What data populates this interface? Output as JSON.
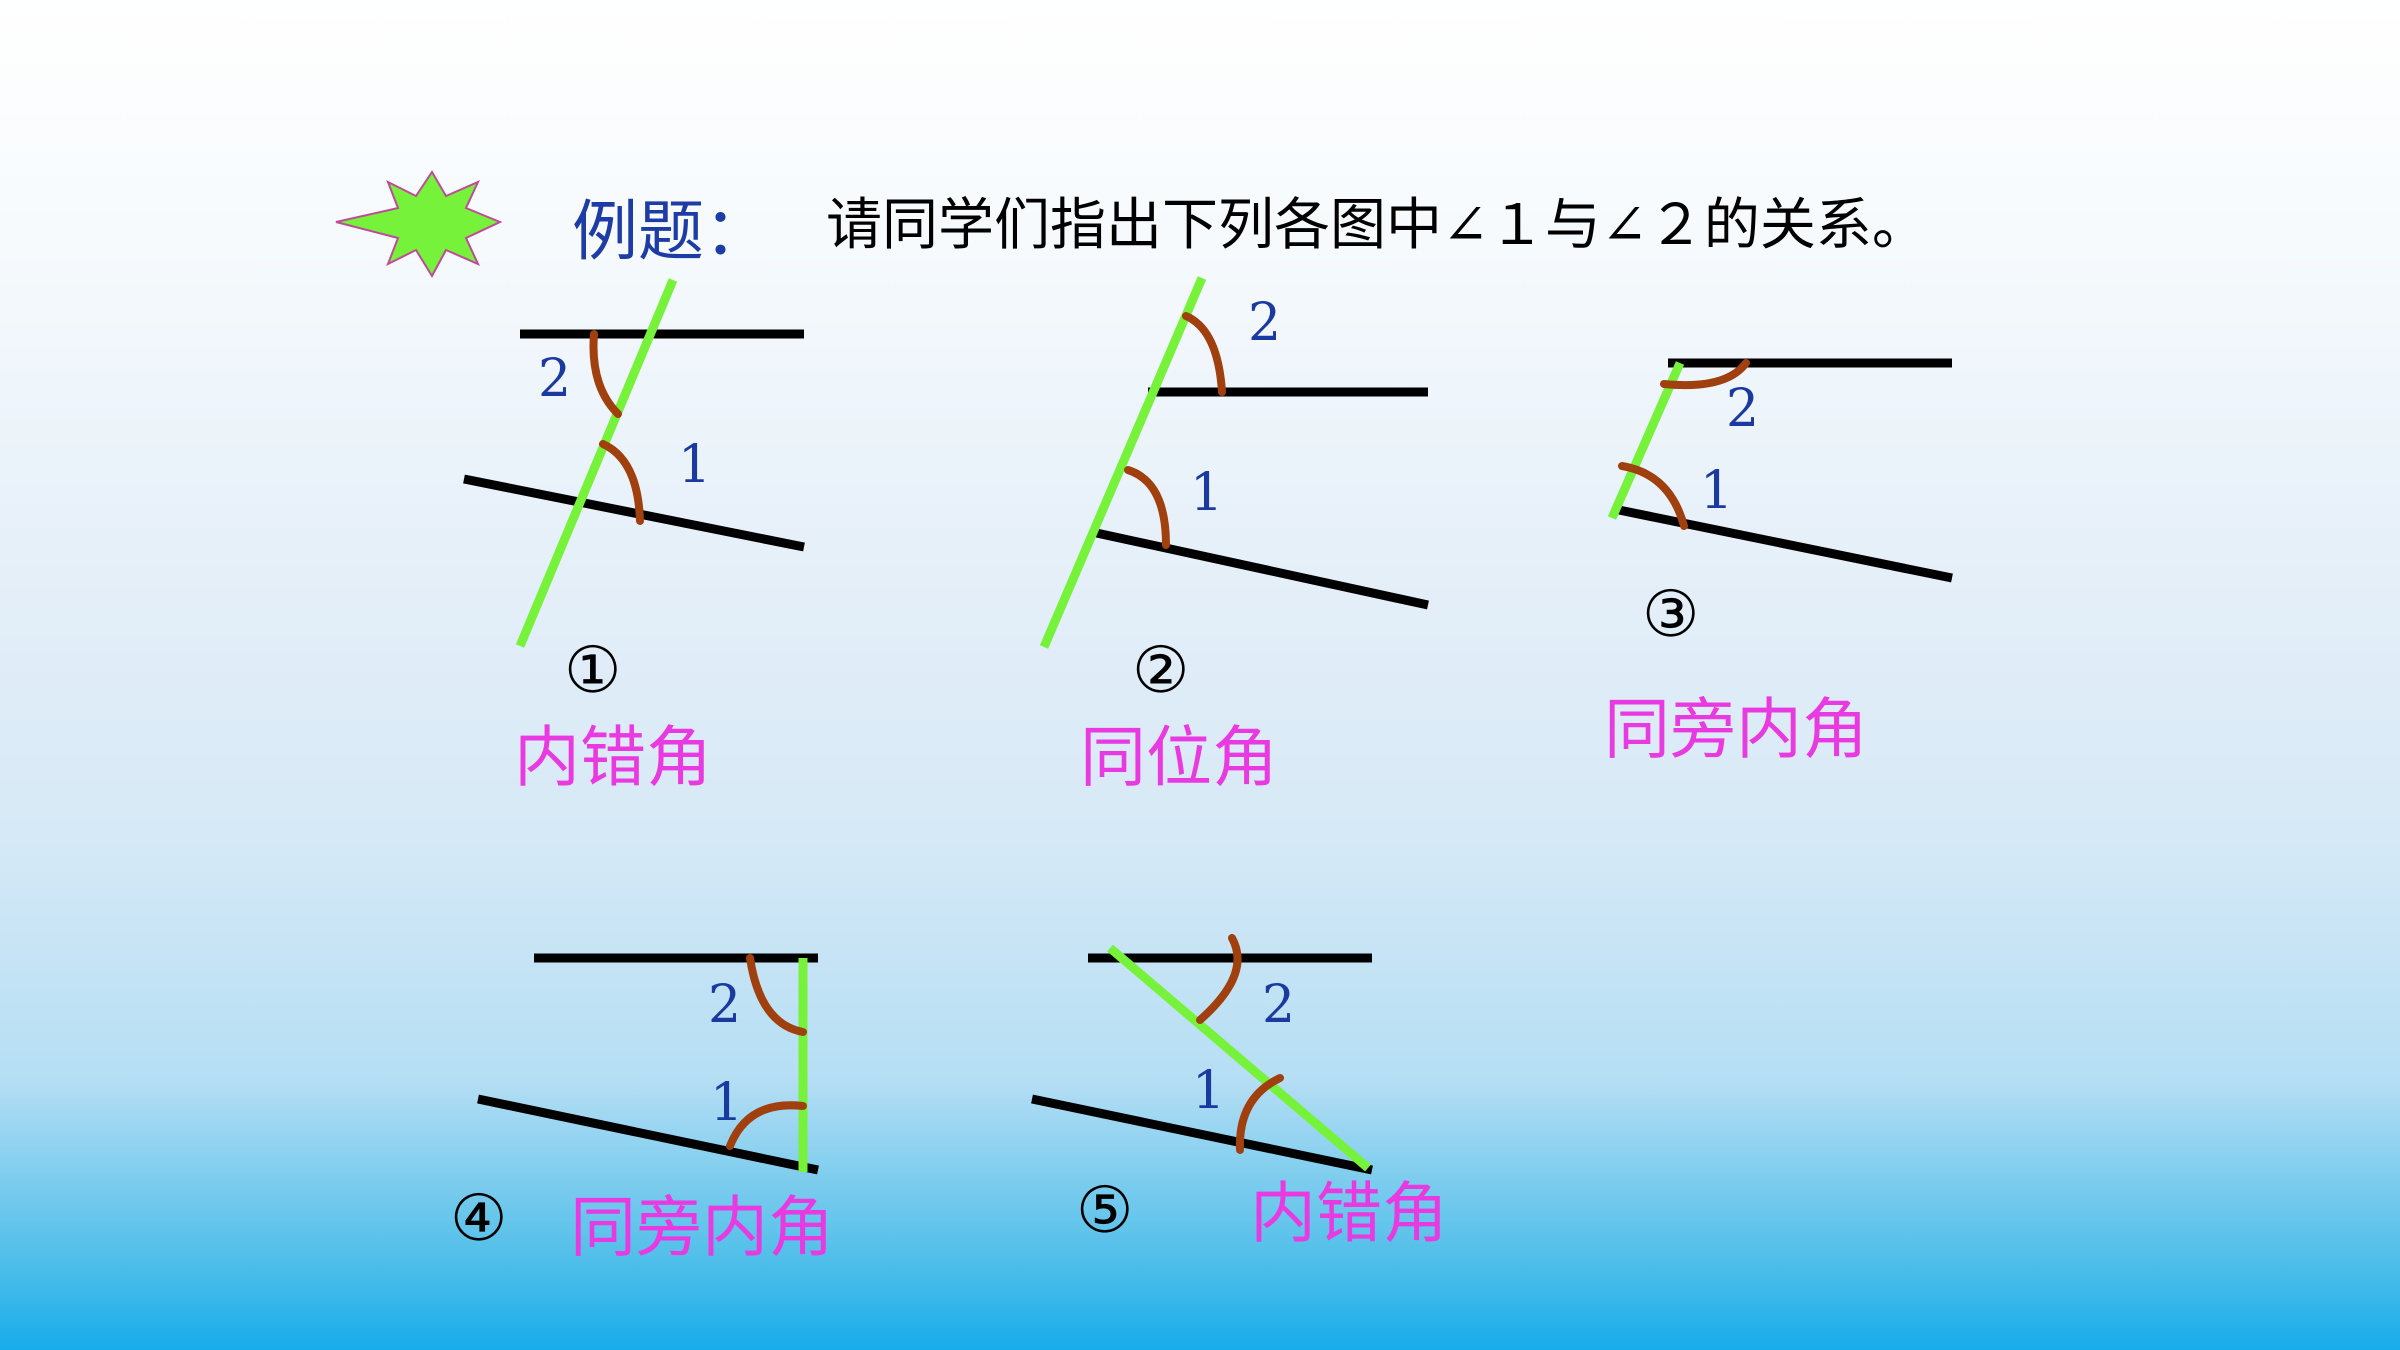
{
  "title": {
    "prefix": "例题：",
    "question": "请同学们指出下列各图中∠１与∠２的关系。"
  },
  "figures": [
    {
      "number": "①",
      "answer": "内错角",
      "angle1_label": "1",
      "angle2_label": "2"
    },
    {
      "number": "②",
      "answer": "同位角",
      "angle1_label": "1",
      "angle2_label": "2"
    },
    {
      "number": "③",
      "answer": "同旁内角",
      "angle1_label": "1",
      "angle2_label": "2"
    },
    {
      "number": "④",
      "answer": "同旁内角",
      "angle1_label": "1",
      "angle2_label": "2"
    },
    {
      "number": "⑤",
      "answer": "内错角",
      "angle1_label": "1",
      "angle2_label": "2"
    }
  ],
  "colors": {
    "line": "#000000",
    "transversal": "#77f23a",
    "angle_arc": "#a0400e",
    "angle_label": "#1a3aa0",
    "answer": "#e83ae0",
    "title_prefix": "#1d3ca5",
    "badge": "#77f23a"
  },
  "icon": "star-badge-icon"
}
